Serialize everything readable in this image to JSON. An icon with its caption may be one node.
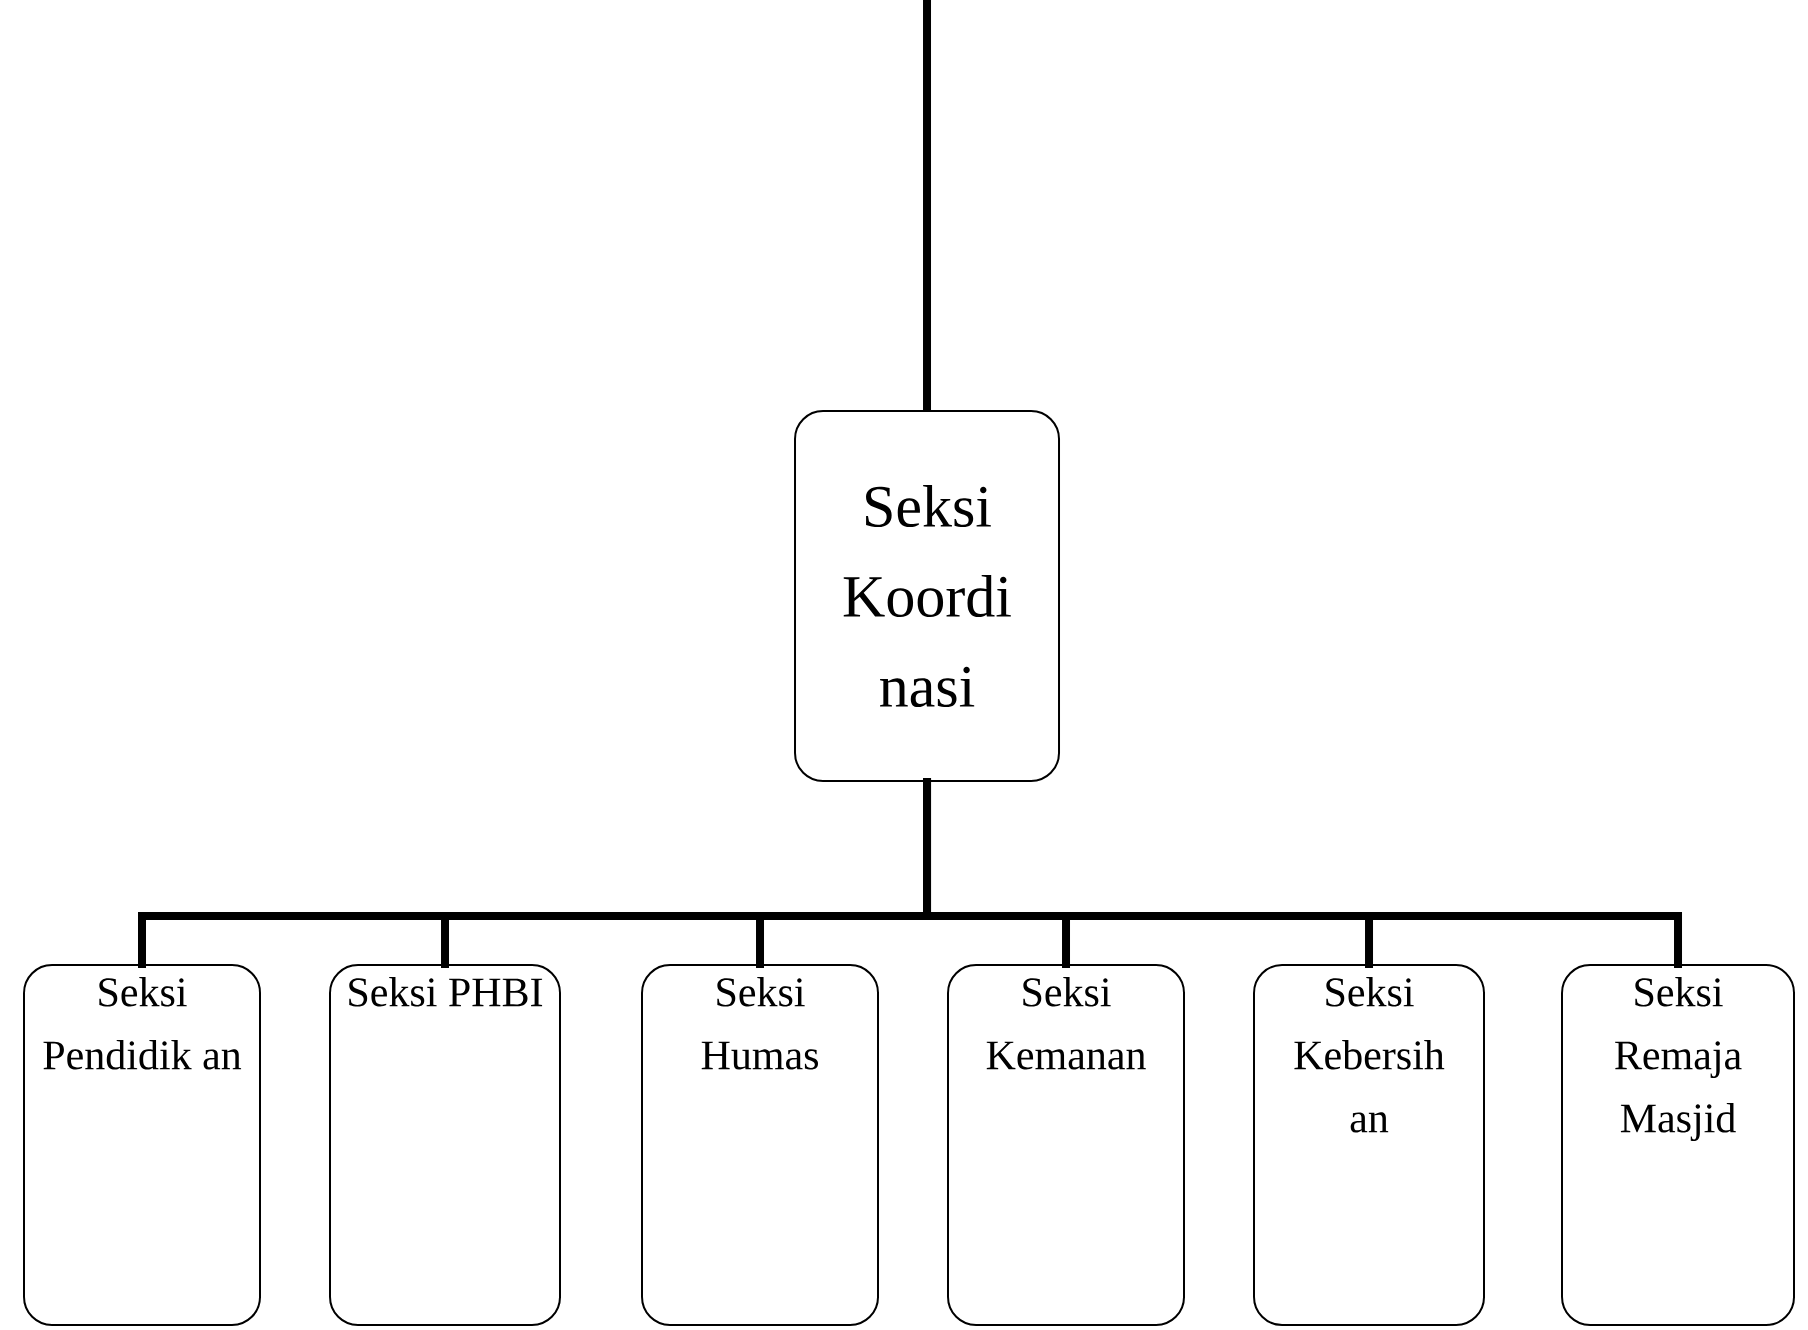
{
  "diagram": {
    "nodes": [
      {
        "text": [
          "Seksi Koordi nasi"
        ]
      },
      {
        "text": [
          "Seksi Pendidik an"
        ]
      },
      {
        "text": [
          "Seksi PHBI"
        ]
      },
      {
        "text": [
          "Seksi Humas"
        ]
      },
      {
        "text": [
          "Seksi Kemanan"
        ]
      },
      {
        "text": [
          "Seksi Kebersih an"
        ]
      },
      {
        "text": [
          "Seksi Remaja Masjid"
        ]
      }
    ],
    "edges": [
      {
        "from": null,
        "to": 0,
        "arrow": "none"
      },
      {
        "from": 0,
        "to": 1,
        "arrow": "none"
      },
      {
        "from": 0,
        "to": 2,
        "arrow": "none"
      },
      {
        "from": 0,
        "to": 3,
        "arrow": "none"
      },
      {
        "from": 0,
        "to": 4,
        "arrow": "none"
      },
      {
        "from": 0,
        "to": 5,
        "arrow": "none"
      },
      {
        "from": 0,
        "to": 6,
        "arrow": "none"
      }
    ]
  }
}
